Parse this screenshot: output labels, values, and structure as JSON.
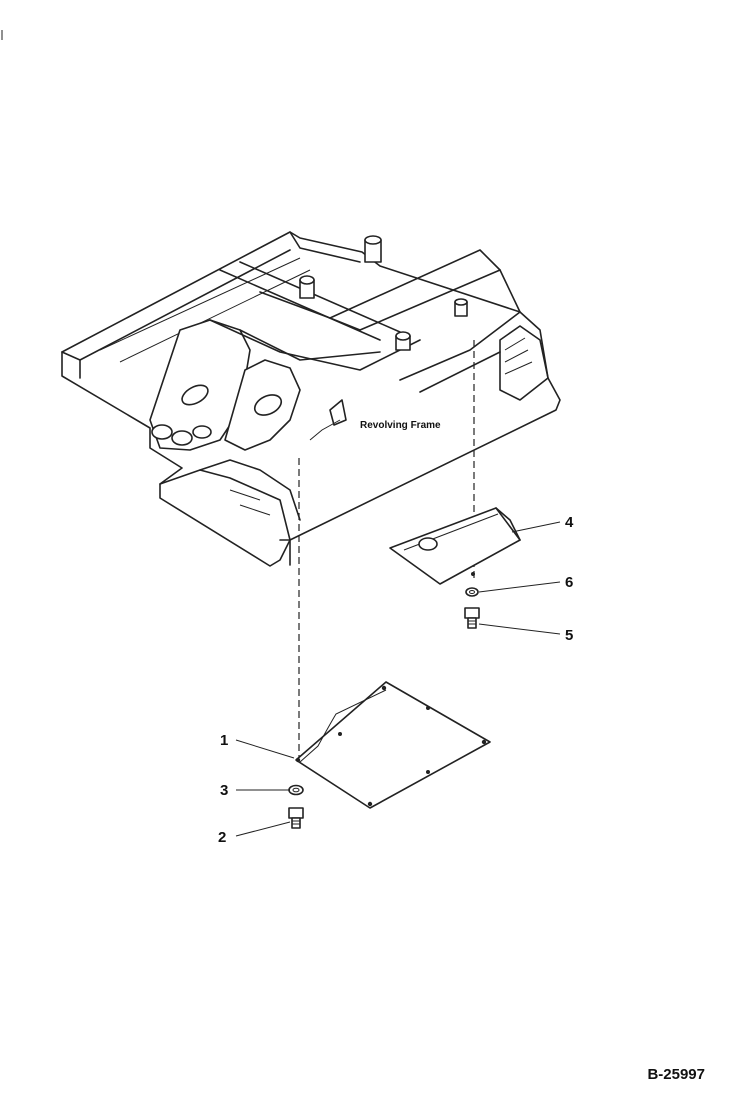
{
  "drawing": {
    "figure_number": "B-25997",
    "frame_label": "Revolving Frame",
    "callouts": [
      {
        "id": "callout-1",
        "text": "1"
      },
      {
        "id": "callout-2",
        "text": "2"
      },
      {
        "id": "callout-3",
        "text": "3"
      },
      {
        "id": "callout-4",
        "text": "4"
      },
      {
        "id": "callout-5",
        "text": "5"
      },
      {
        "id": "callout-6",
        "text": "6"
      }
    ],
    "line_color": "#222222",
    "background_color": "#ffffff"
  }
}
